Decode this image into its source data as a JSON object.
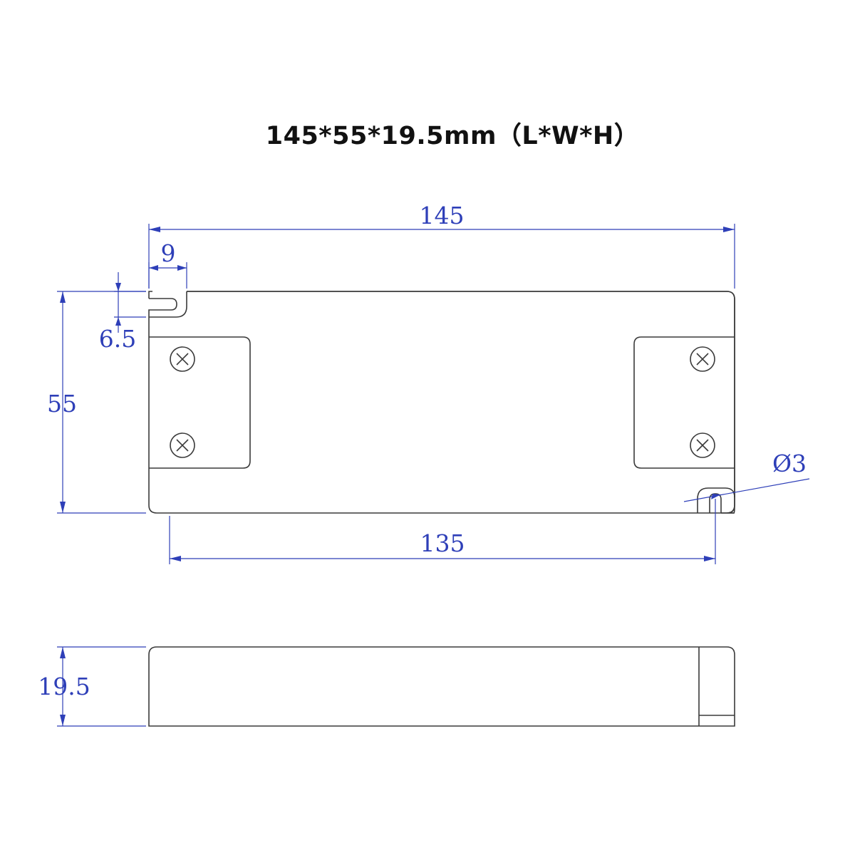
{
  "title": "145*55*19.5mm（L*W*H）",
  "colors": {
    "dimension": "#2e3fb8",
    "outline": "#3a3a3a",
    "title": "#111111"
  },
  "dimensions": {
    "overall_length": "145",
    "slot_offset": "9",
    "slot_depth": "6.5",
    "width": "55",
    "mounting_hole_diameter": "Ø3",
    "hole_spacing": "135",
    "height": "19.5"
  }
}
